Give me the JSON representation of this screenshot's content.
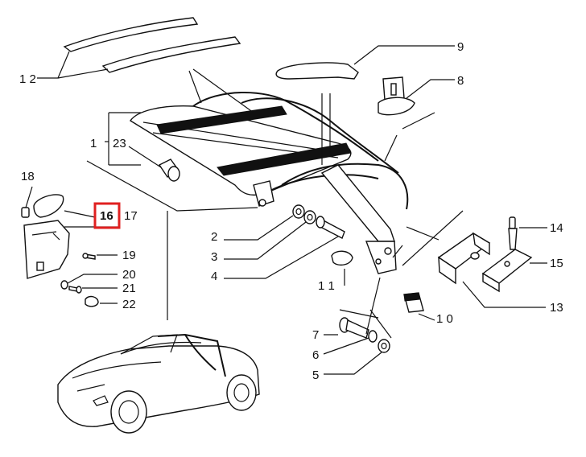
{
  "diagram": {
    "callouts": [
      {
        "id": "c1",
        "text": "1"
      },
      {
        "id": "c2",
        "text": "2"
      },
      {
        "id": "c3",
        "text": "3"
      },
      {
        "id": "c4",
        "text": "4"
      },
      {
        "id": "c5",
        "text": "5"
      },
      {
        "id": "c6",
        "text": "6"
      },
      {
        "id": "c7",
        "text": "7"
      },
      {
        "id": "c8",
        "text": "8"
      },
      {
        "id": "c9",
        "text": "9"
      },
      {
        "id": "c10",
        "text": "1 0"
      },
      {
        "id": "c11",
        "text": "1 1"
      },
      {
        "id": "c12",
        "text": "1 2"
      },
      {
        "id": "c13",
        "text": "13"
      },
      {
        "id": "c14",
        "text": "14"
      },
      {
        "id": "c15",
        "text": "15"
      },
      {
        "id": "c16",
        "text": "16"
      },
      {
        "id": "c17",
        "text": "17"
      },
      {
        "id": "c18",
        "text": "18"
      },
      {
        "id": "c19",
        "text": "19"
      },
      {
        "id": "c20",
        "text": "20"
      },
      {
        "id": "c21",
        "text": "21"
      },
      {
        "id": "c22",
        "text": "22"
      },
      {
        "id": "c23",
        "text": "23"
      }
    ],
    "highlight": {
      "target": "16",
      "color": "#e02020"
    }
  }
}
